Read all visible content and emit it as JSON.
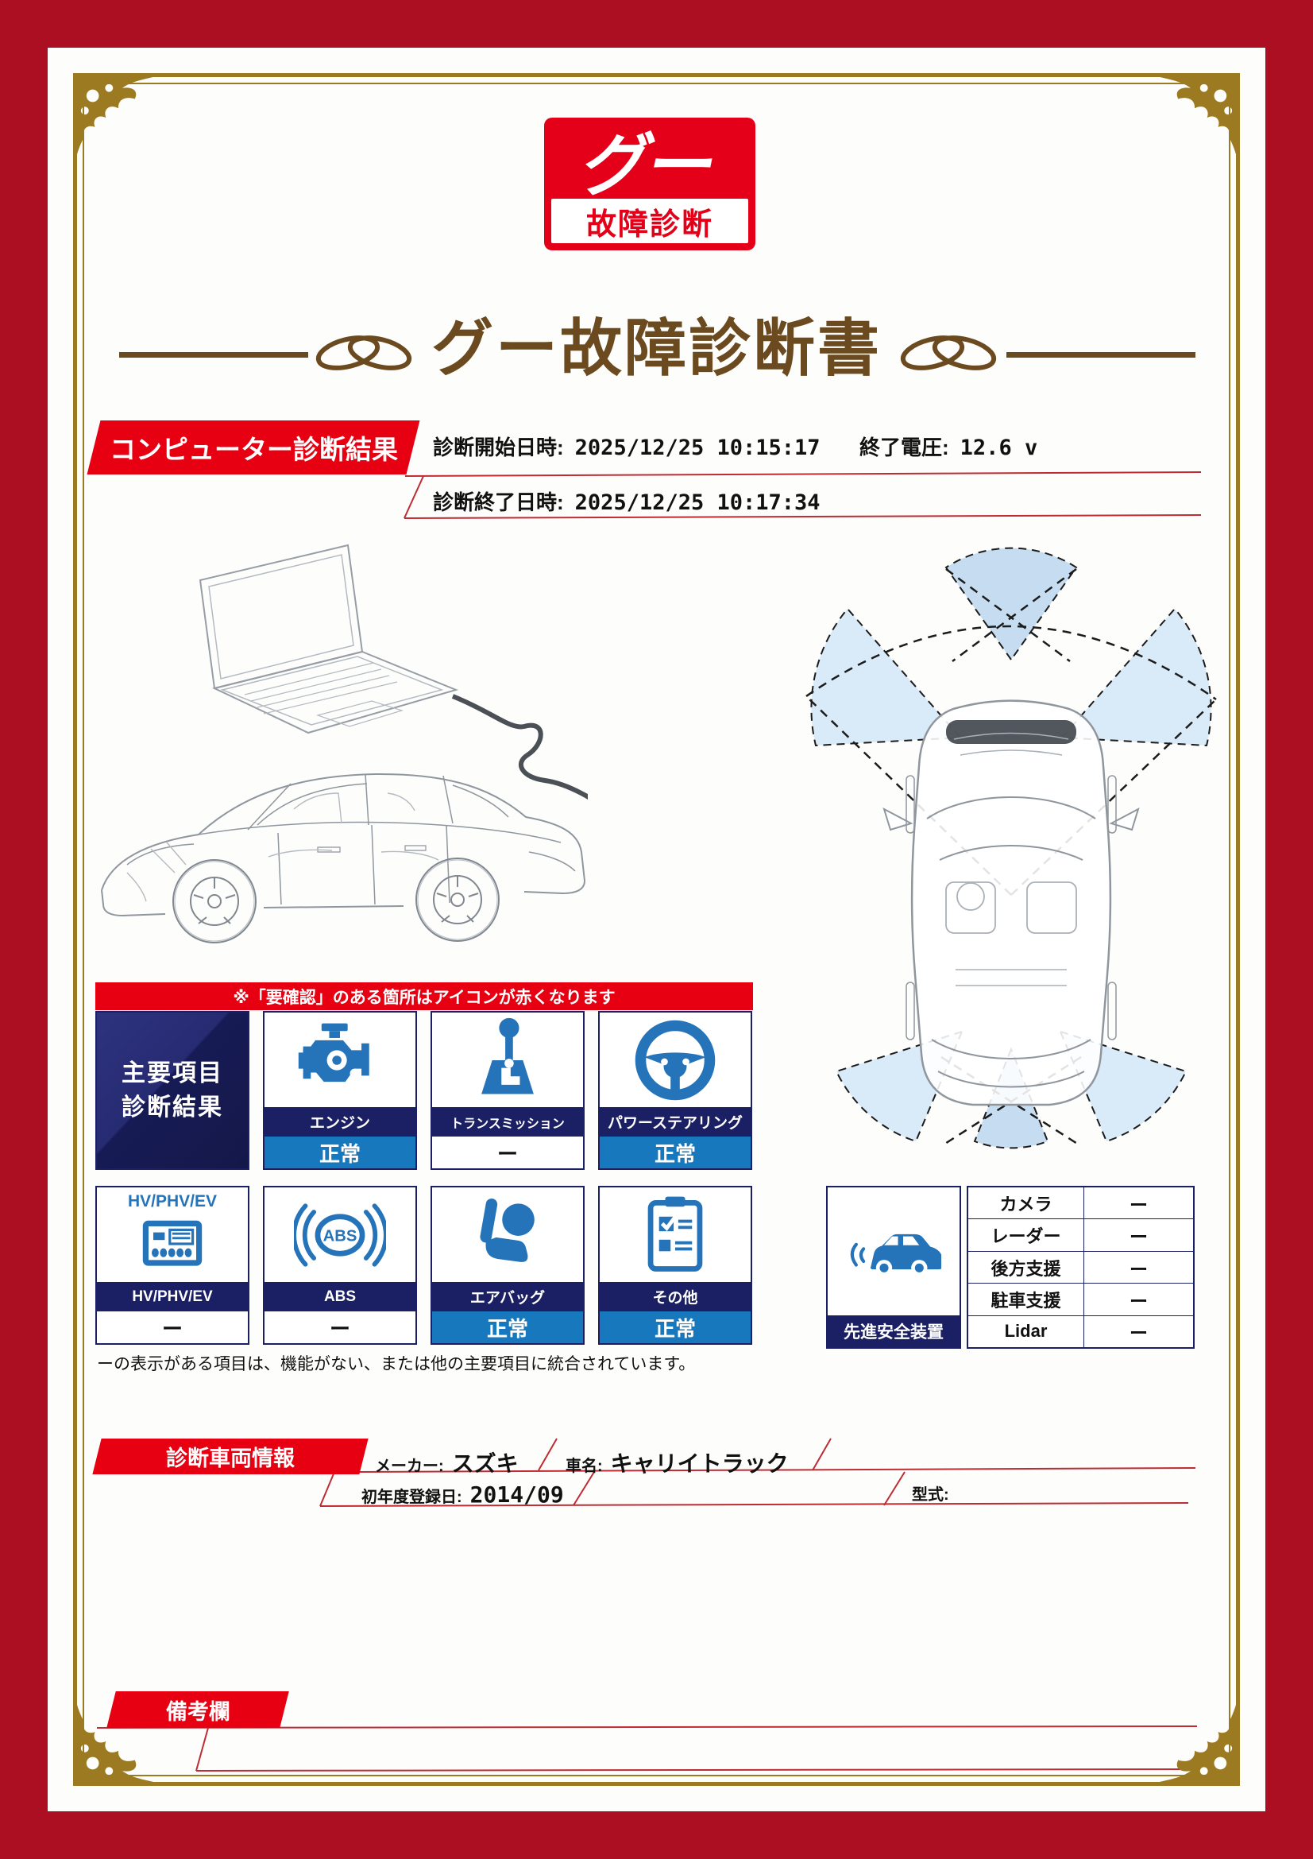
{
  "logo": {
    "mark": "グー",
    "caption": "故障診断"
  },
  "title": "グー故障診断書",
  "diagnosis": {
    "banner": "コンピューター診断結果",
    "start_label": "診断開始日時:",
    "start_value": "2025/12/25 10:15:17",
    "voltage_label": "終了電圧:",
    "voltage_value": "12.6 v",
    "end_label": "診断終了日時:",
    "end_value": "2025/12/25 10:17:34"
  },
  "notice": "※「要確認」のある箇所はアイコンが赤くなります",
  "main": {
    "header_line1": "主要項目",
    "header_line2": "診断結果",
    "cards": [
      {
        "label": "エンジン",
        "status": "正常"
      },
      {
        "label": "トランスミッション",
        "status": "ー"
      },
      {
        "label": "パワーステアリング",
        "status": "正常"
      },
      {
        "top": "HV/PHV/EV",
        "label": "HV/PHV/EV",
        "status": "ー"
      },
      {
        "label": "ABS",
        "status": "ー"
      },
      {
        "label": "エアバッグ",
        "status": "正常"
      },
      {
        "label": "その他",
        "status": "正常"
      }
    ],
    "footnote": "ーの表示がある項目は、機能がない、または他の主要項目に統合されています。"
  },
  "safety": {
    "banner": "先進安全装置",
    "rows": [
      {
        "label": "カメラ",
        "value": "ー"
      },
      {
        "label": "レーダー",
        "value": "ー"
      },
      {
        "label": "後方支援",
        "value": "ー"
      },
      {
        "label": "駐車支援",
        "value": "ー"
      },
      {
        "label": "Lidar",
        "value": "ー"
      }
    ]
  },
  "vehicle": {
    "banner": "診断車両情報",
    "maker_label": "メーカー:",
    "maker_value": "スズキ",
    "name_label": "車名:",
    "name_value": "キャリイトラック",
    "registration_label": "初年度登録日:",
    "registration_value": "2014/09",
    "model_label": "型式:",
    "model_value": ""
  },
  "remarks": {
    "banner": "備考欄"
  },
  "colors": {
    "frame_red": "#ab0f21",
    "banner_red": "#e60012",
    "navy": "#1b1f63",
    "status_blue": "#1878bd",
    "icon_blue": "#2574ba",
    "gold": "#9c7a21",
    "title_brown": "#6b4a1f",
    "sensor_blue": "#d9eaf8"
  }
}
